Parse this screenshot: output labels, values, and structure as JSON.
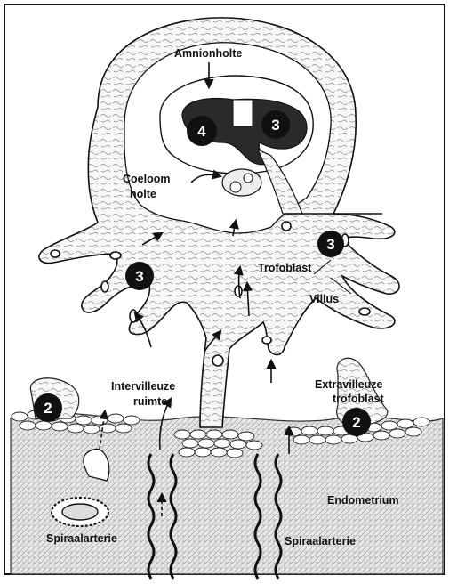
{
  "diagram": {
    "labels": {
      "amnionholte": "Amnionholte",
      "coeloom_1": "Coeloom",
      "coeloom_2": "holte",
      "trofoblast": "Trofoblast",
      "villus": "Villus",
      "intervilleuze_1": "Intervilleuze",
      "intervilleuze_2": "ruimte",
      "extravilleuze_1": "Extravilleuze",
      "extravilleuze_2": "trofoblast",
      "endometrium": "Endometrium",
      "spiraalarterie_left": "Spiraalarterie",
      "spiraalarterie_right": "Spiraalarterie"
    },
    "markers": {
      "m4": "4",
      "m3_embryo": "3",
      "m3_right": "3",
      "m3_left": "3",
      "m2_left": "2",
      "m2_right": "2"
    },
    "colors": {
      "ink": "#111111",
      "tissue": "#f4f4f4",
      "embryo": "#2a2a2a",
      "stroma": "#cfcfcf"
    }
  }
}
